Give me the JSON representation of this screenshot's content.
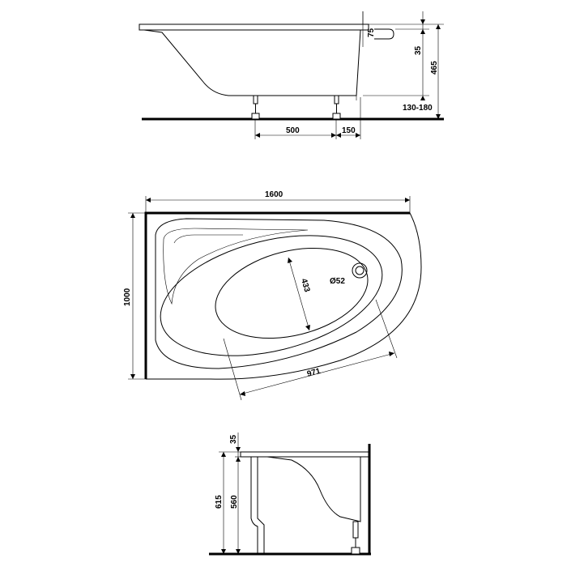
{
  "colors": {
    "line": "#000000",
    "background": "#ffffff"
  },
  "side_view": {
    "dimensions": {
      "d75": "75",
      "d35": "35",
      "d465": "465",
      "d130_180": "130-180",
      "d500": "500",
      "d150": "150"
    }
  },
  "top_view": {
    "dimensions": {
      "length": "1600",
      "width": "1000",
      "bowl_width": "433",
      "drain": "Ø52",
      "bowl_length": "971"
    }
  },
  "end_view": {
    "dimensions": {
      "d35": "35",
      "d615": "615",
      "d560": "560"
    }
  }
}
